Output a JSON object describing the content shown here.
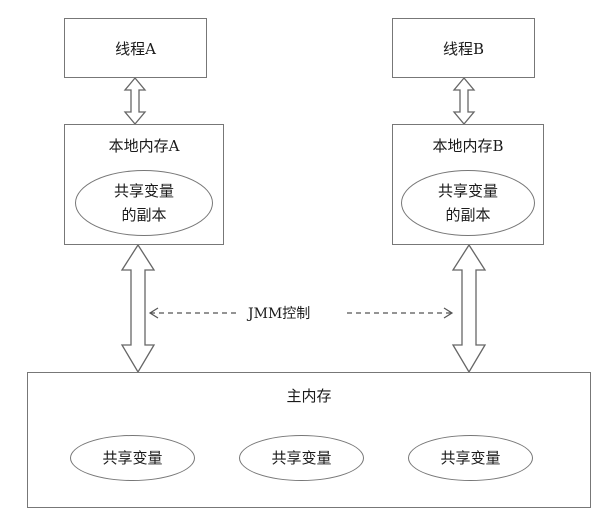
{
  "thread_a": {
    "label": "线程A"
  },
  "thread_b": {
    "label": "线程B"
  },
  "local_memory_a": {
    "title": "本地内存A",
    "copy_line1": "共享变量",
    "copy_line2": "的副本"
  },
  "local_memory_b": {
    "title": "本地内存B",
    "copy_line1": "共享变量",
    "copy_line2": "的副本"
  },
  "jmm": {
    "label": "JMM控制"
  },
  "main_memory": {
    "title": "主内存",
    "variables": [
      "共享变量",
      "共享变量",
      "共享变量"
    ]
  }
}
